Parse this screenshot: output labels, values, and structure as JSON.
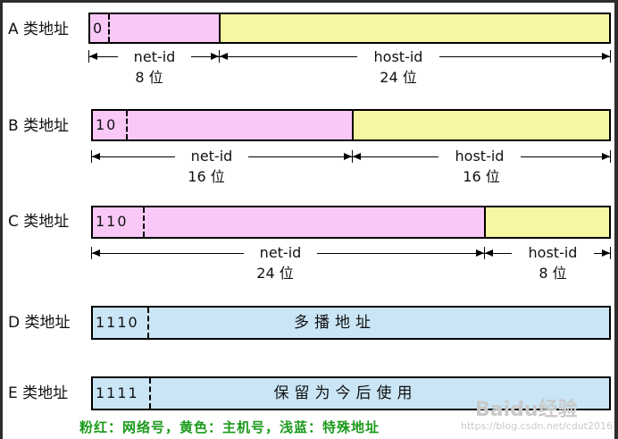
{
  "classes": [
    {
      "label": "A 类地址",
      "bits": "0",
      "net": {
        "name": "net-id",
        "size": "8 位"
      },
      "host": {
        "name": "host-id",
        "size": "24 位"
      }
    },
    {
      "label": "B 类地址",
      "bits": "10",
      "net": {
        "name": "net-id",
        "size": "16 位"
      },
      "host": {
        "name": "host-id",
        "size": "16 位"
      }
    },
    {
      "label": "C 类地址",
      "bits": "110",
      "net": {
        "name": "net-id",
        "size": "24 位"
      },
      "host": {
        "name": "host-id",
        "size": "8 位"
      }
    },
    {
      "label": "D 类地址",
      "bits": "1110",
      "text": "多播地址"
    },
    {
      "label": "E 类地址",
      "bits": "1111",
      "text": "保留为今后使用"
    }
  ],
  "legend": "粉红：网络号，黄色：主机号，浅蓝：特殊地址",
  "watermark": "Baidu经验",
  "watermark_url": "https://blog.csdn.net/cdut2016",
  "colors": {
    "pink": "#f9c8f6",
    "yellow": "#f8f7a1",
    "blue": "#c9e5f6",
    "legend": "#1a9a1a"
  }
}
